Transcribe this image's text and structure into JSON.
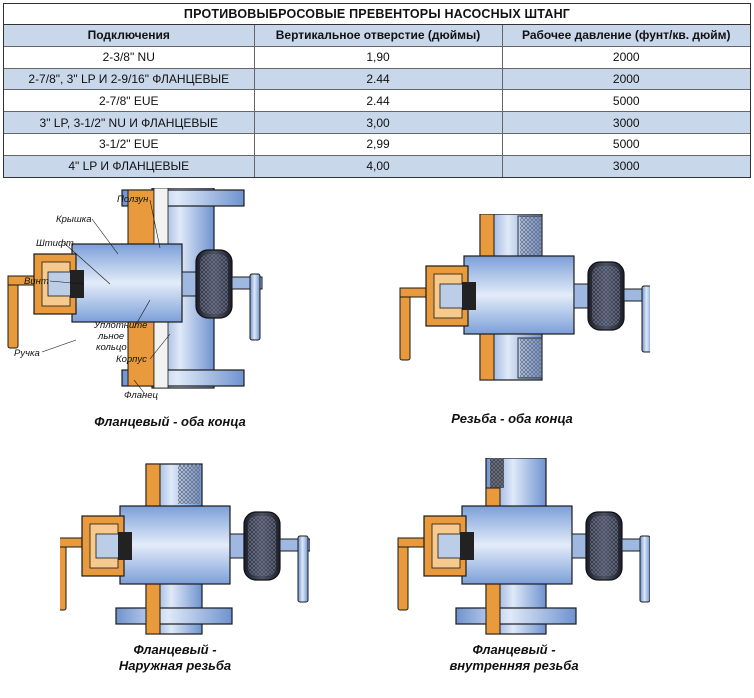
{
  "table": {
    "title": "ПРОТИВОВЫБРОСОВЫЕ ПРЕВЕНТОРЫ  НАСОСНЫХ ШТАНГ",
    "headers": [
      "Подключения",
      "Вертикальное отверстие (дюймы)",
      "Рабочее давление (фунт/кв. дюйм)"
    ],
    "rows": [
      [
        "2-3/8\" NU",
        "1,90",
        "2000"
      ],
      [
        "2-7/8\", 3\" LP И 2-9/16\" ФЛАНЦЕВЫЕ",
        "2.44",
        "2000"
      ],
      [
        "2-7/8\" EUE",
        "2.44",
        "5000"
      ],
      [
        "3\" LP, 3-1/2\" NU И ФЛАНЦЕВЫЕ",
        "3,00",
        "3000"
      ],
      [
        "3-1/2\" EUE",
        "2,99",
        "5000"
      ],
      [
        "4\" LP И ФЛАНЦЕВЫЕ",
        "4,00",
        "3000"
      ]
    ]
  },
  "diagrams": {
    "part_labels": {
      "slider": "Ползун",
      "cap": "Крышка",
      "pin": "Штифт",
      "screw": "Винт",
      "handle": "Ручка",
      "seal_line1": "Уплотните",
      "seal_line2": "льное",
      "seal_line3": "кольцо",
      "body": "Корпус",
      "flange": "Фланец"
    },
    "captions": {
      "flanged_both": "Фланцевый - оба конца",
      "threaded_both": "Резьба - оба конца",
      "flanged_male_line1": "Фланцевый -",
      "flanged_male_line2": "Наружная резьба",
      "flanged_female_line1": "Фланцевый -",
      "flanged_female_line2": "внутренняя резьба"
    }
  },
  "colors": {
    "table_shade": "#c9d7ea",
    "body_blue": "#8aaee0",
    "body_light": "#d8e4f5",
    "brass": "#e89a3c",
    "dark": "#2a2d3a",
    "outline": "#1a1a1a"
  }
}
